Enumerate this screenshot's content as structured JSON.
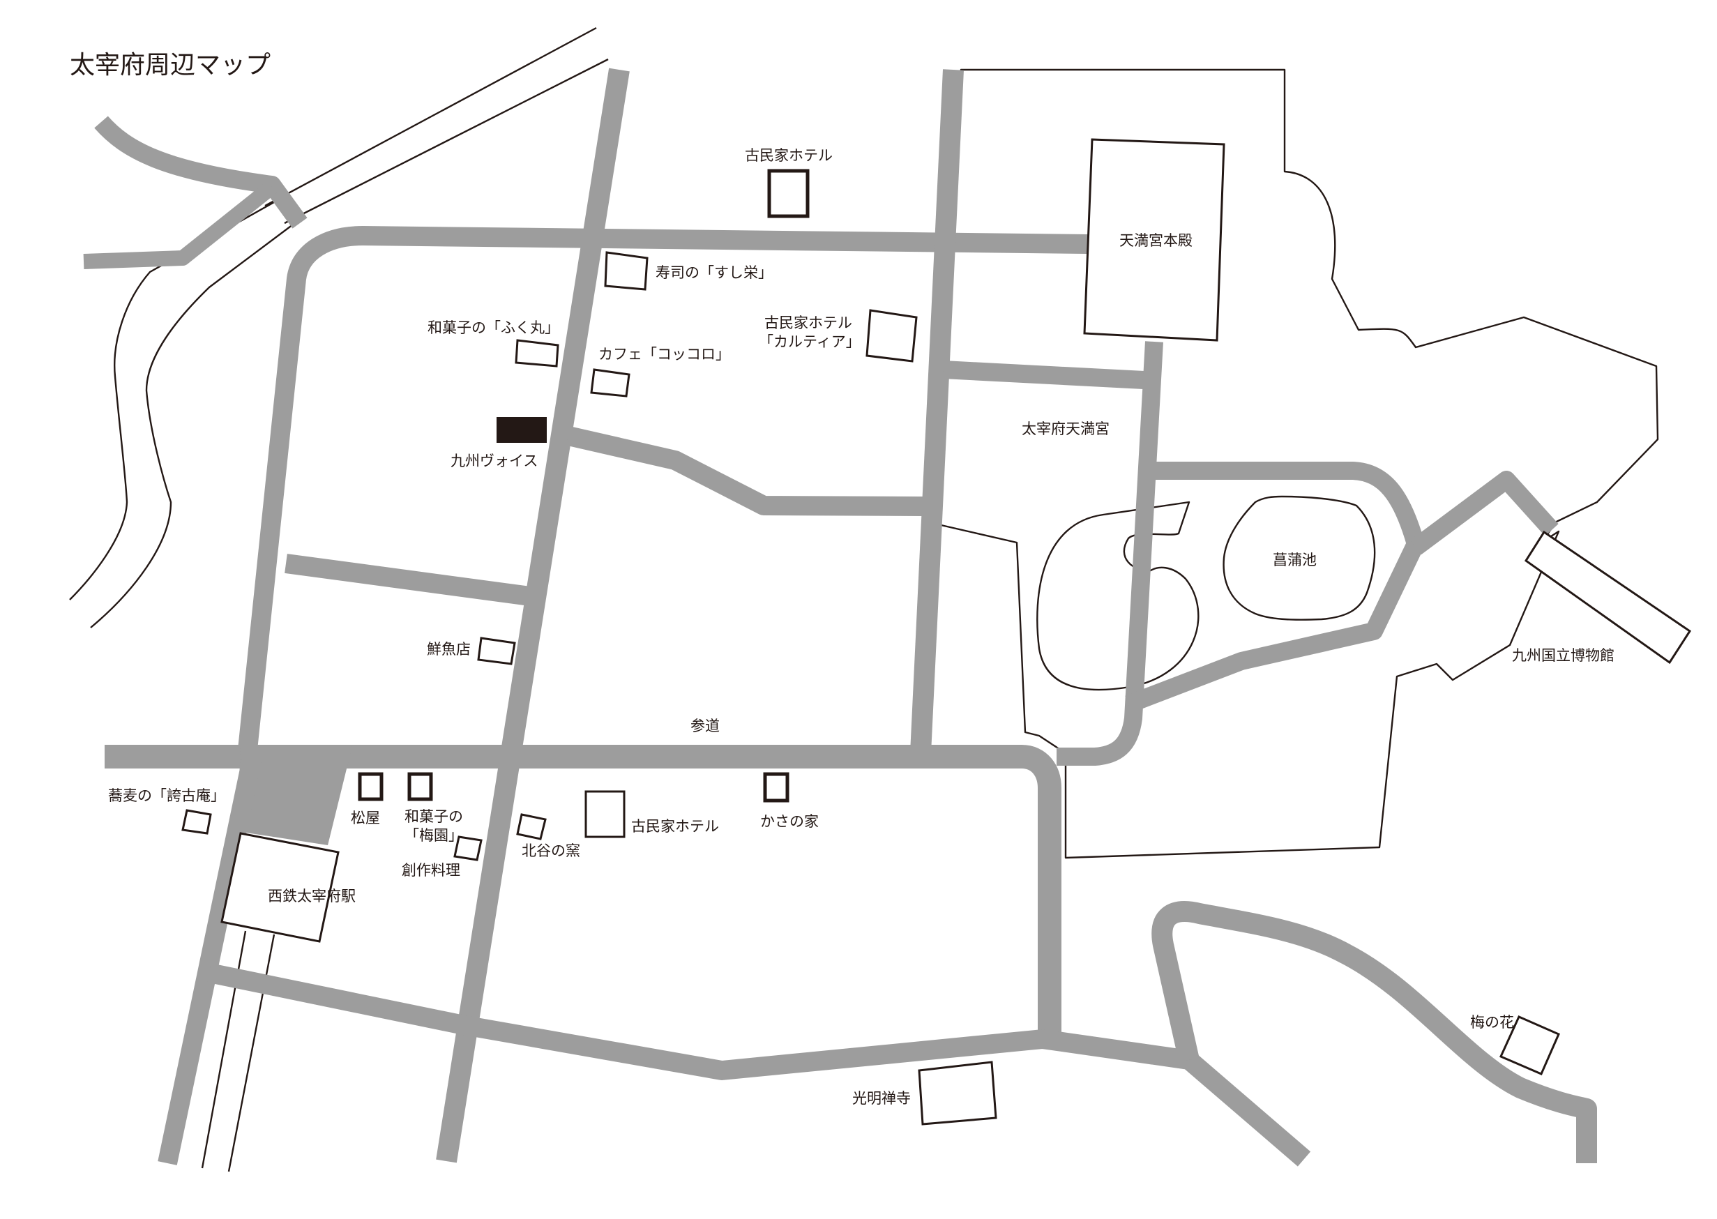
{
  "title": "太宰府周辺マップ",
  "labels": {
    "kominka_hotel_north": "古民家ホテル",
    "sushi": "寿司の「すし栄」",
    "fukumaru": "和菓子の「ふく丸」",
    "cafe": "カフェ「コッコロ」",
    "kominka_hotel_cartier_line1": "古民家ホテル",
    "kominka_hotel_cartier_line2": "「カルティア」",
    "kyushu_voice": "九州ヴォイス",
    "sengyoten": "鮮魚店",
    "sando": "参道",
    "dazaifu_tenmangu": "太宰府天満宮",
    "honden": "天満宮本殿",
    "shobu_ike": "菖蒲池",
    "museum": "九州国立博物館",
    "soba": "蕎麦の「誇古庵」",
    "matsuya": "松屋",
    "baien_line1": "和菓子の",
    "baien_line2": "「梅園」",
    "sosaku_ryori": "創作料理",
    "kitatani": "北谷の窯",
    "kominka_hotel_south": "古民家ホテル",
    "kasa_no_ie": "かさの家",
    "station": "西鉄太宰府駅",
    "komyozenji": "光明禅寺",
    "ume_no_hana": "梅の花"
  },
  "colors": {
    "road": "#9d9d9d",
    "ink": "#231815",
    "background": "#ffffff"
  }
}
